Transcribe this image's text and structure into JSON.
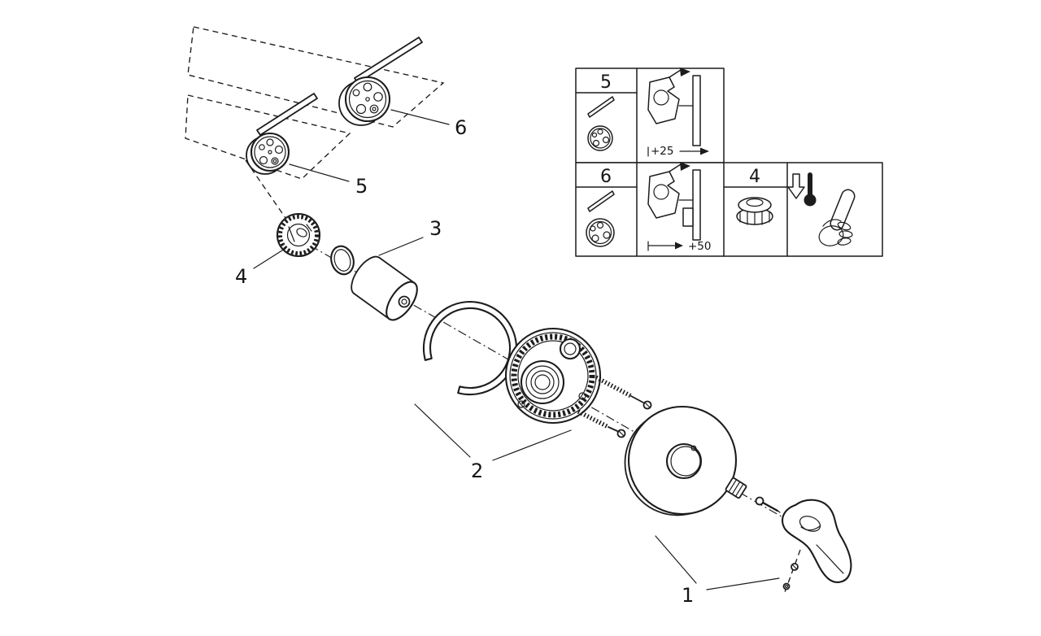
{
  "colors": {
    "background": "#ffffff",
    "line": "#1c1c1c"
  },
  "callouts": [
    {
      "label": "1"
    },
    {
      "label": "2"
    },
    {
      "label": "3"
    },
    {
      "label": "4"
    },
    {
      "label": "5"
    },
    {
      "label": "6"
    }
  ],
  "inset": {
    "row1": {
      "number": "5",
      "dimension": "+25"
    },
    "row2": {
      "number": "6",
      "dimension": "+50"
    },
    "part4": {
      "number": "4"
    }
  },
  "icons": {
    "down_arrow": "down-arrow-icon",
    "thermometer": "thermometer-icon",
    "lever": "lever-icon",
    "hand": "hand-icon"
  }
}
